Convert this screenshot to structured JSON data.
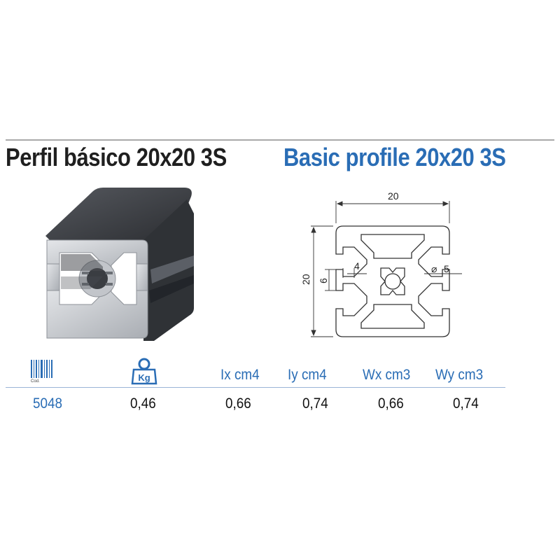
{
  "title": {
    "spanish": "Perfil básico 20x20 3S",
    "english": "Basic profile 20x20 3S"
  },
  "drawing": {
    "width_dim": "20",
    "height_dim": "20",
    "slot_opening_dim": "6",
    "slot_depth_dim": "4",
    "bore_dim": "5"
  },
  "colors": {
    "title_primary": "#1f1f1f",
    "accent_blue": "#2a6db5",
    "profile_dark": "#3a3d42",
    "profile_light": "#c9ccd0"
  },
  "icons": {
    "code_column": "barcode-icon",
    "weight_column": "kg-weight-icon"
  },
  "table": {
    "barcode_caption": "Cod.",
    "weight_caption": "Kg",
    "headers": [
      "Ix cm4",
      "Iy cm4",
      "Wx cm3",
      "Wy cm3"
    ],
    "row": {
      "code": "5048",
      "weight": "0,46",
      "ix": "0,66",
      "iy": "0,74",
      "wx": "0,66",
      "wy": "0,74"
    }
  }
}
